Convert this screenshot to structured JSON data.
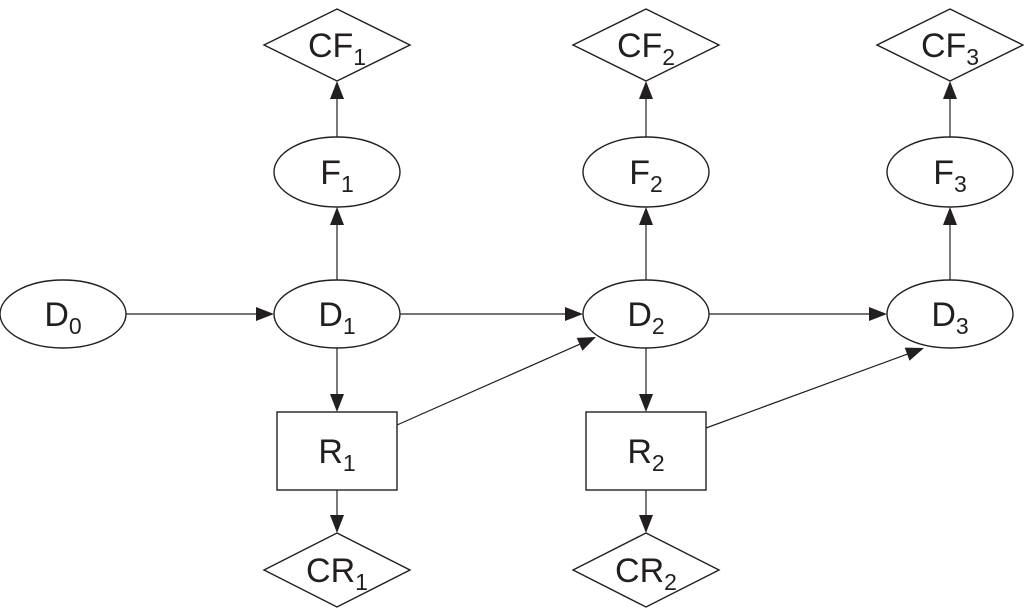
{
  "nodes": {
    "D0": {
      "main": "D",
      "sub": "0"
    },
    "D1": {
      "main": "D",
      "sub": "1"
    },
    "D2": {
      "main": "D",
      "sub": "2"
    },
    "D3": {
      "main": "D",
      "sub": "3"
    },
    "F1": {
      "main": "F",
      "sub": "1"
    },
    "F2": {
      "main": "F",
      "sub": "2"
    },
    "F3": {
      "main": "F",
      "sub": "3"
    },
    "CF1": {
      "main": "CF",
      "sub": "1"
    },
    "CF2": {
      "main": "CF",
      "sub": "2"
    },
    "CF3": {
      "main": "CF",
      "sub": "3"
    },
    "R1": {
      "main": "R",
      "sub": "1"
    },
    "R2": {
      "main": "R",
      "sub": "2"
    },
    "CR1": {
      "main": "CR",
      "sub": "1"
    },
    "CR2": {
      "main": "CR",
      "sub": "2"
    }
  },
  "edges": [
    {
      "from": "D0",
      "to": "D1"
    },
    {
      "from": "D1",
      "to": "D2"
    },
    {
      "from": "D2",
      "to": "D3"
    },
    {
      "from": "D1",
      "to": "F1"
    },
    {
      "from": "F1",
      "to": "CF1"
    },
    {
      "from": "D2",
      "to": "F2"
    },
    {
      "from": "F2",
      "to": "CF2"
    },
    {
      "from": "D3",
      "to": "F3"
    },
    {
      "from": "F3",
      "to": "CF3"
    },
    {
      "from": "D1",
      "to": "R1"
    },
    {
      "from": "R1",
      "to": "CR1"
    },
    {
      "from": "R1",
      "to": "D2"
    },
    {
      "from": "D2",
      "to": "R2"
    },
    {
      "from": "R2",
      "to": "CR2"
    },
    {
      "from": "R2",
      "to": "D3"
    }
  ],
  "colors": {
    "stroke": "#231f20",
    "fill": "#ffffff"
  }
}
